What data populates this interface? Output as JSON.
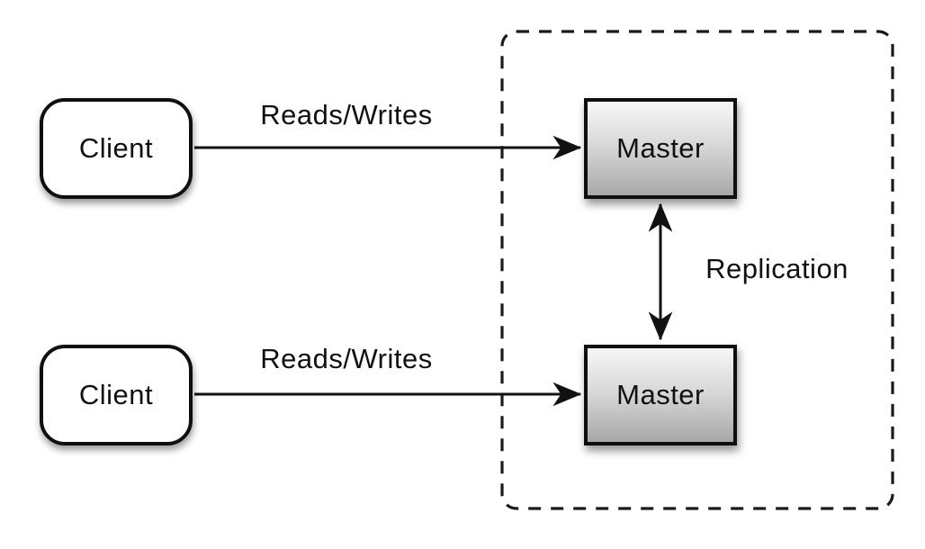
{
  "diagram": {
    "clients": [
      {
        "label": "Client"
      },
      {
        "label": "Client"
      }
    ],
    "masters": [
      {
        "label": "Master"
      },
      {
        "label": "Master"
      }
    ],
    "edges": [
      {
        "label": "Reads/Writes",
        "direction": "right"
      },
      {
        "label": "Reads/Writes",
        "direction": "right"
      },
      {
        "label": "Replication",
        "direction": "bidirectional"
      }
    ],
    "colors": {
      "background": "#ffffff",
      "stroke": "#111111",
      "client_fill": "#ffffff",
      "master_gradient_top": "#f7f7f7",
      "master_gradient_bottom": "#a8a8a8",
      "boundary_dash": "#1a1a1a"
    }
  }
}
